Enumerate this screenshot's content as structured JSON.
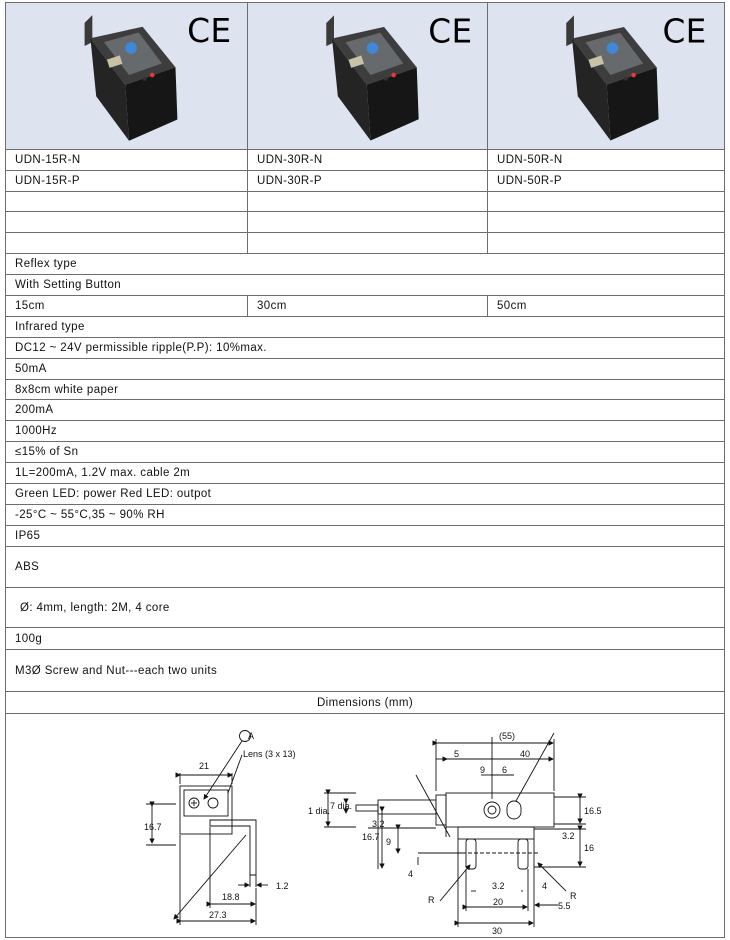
{
  "ce_mark": "CE",
  "models_n": [
    "UDN-15R-N",
    "UDN-30R-N",
    "UDN-50R-N"
  ],
  "models_p": [
    "UDN-15R-P",
    "UDN-30R-P",
    "UDN-50R-P"
  ],
  "sensor_type": "Reflex type",
  "setting": "With Setting Button",
  "ranges": [
    "15cm",
    "30cm",
    "50cm"
  ],
  "light_source": "Infrared type",
  "power": "DC12 ~ 24V permissible ripple(P.P): 10%max.",
  "current": "50mA",
  "target": "8x8cm white paper",
  "output_current": "200mA",
  "frequency": "1000Hz",
  "hysteresis": "≤15% of Sn",
  "voltage_drop": "1L=200mA, 1.2V max. cable 2m",
  "indicator": "Green LED: power  Red LED: outpot",
  "ambient": "-25°C ~ 55°C,35 ~ 90% RH",
  "protection": "IP65",
  "material": "ABS",
  "cable": "Ø: 4mm, length: 2M, 4 core",
  "weight": "100g",
  "accessory": "M3Ø Screw and Nut---each two units",
  "dimensions_title": "Dimensions (mm)",
  "drawing": {
    "circle_a": "A",
    "lens": "Lens (3 x 13)",
    "d21": "21",
    "d16_7": "16.7",
    "d1_2": "1.2",
    "d18_8": "18.8",
    "d27_3": "27.3",
    "d55": "(55)",
    "d5": "5",
    "d40": "40",
    "d9": "9",
    "d6": "6",
    "d1dia": "1 dia.",
    "d7dia": "7 dia.",
    "d16_5": "16.5",
    "d3_2": "3.2",
    "d16_7b": "16.7",
    "d9b": "9",
    "d3_2b": "3.2",
    "d16": "16",
    "d4": "4",
    "d3_2c": "3.2",
    "d4b": "4",
    "R1": "R",
    "R2": "R",
    "d20": "20",
    "d5_5": "5.5",
    "d30": "30"
  }
}
